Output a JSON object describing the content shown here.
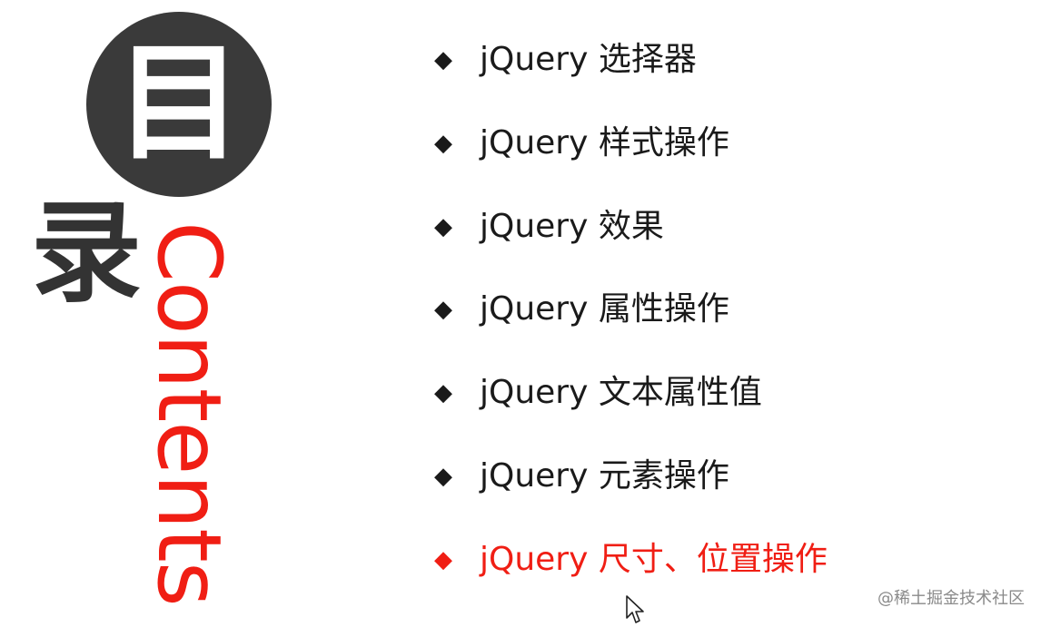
{
  "title": {
    "char_circle": "目",
    "char_below": "录",
    "english": "Contents"
  },
  "menu": {
    "bullet_glyph": "◆",
    "active_color": "#f01e14",
    "items": [
      {
        "label": "jQuery 选择器",
        "active": false
      },
      {
        "label": "jQuery 样式操作",
        "active": false
      },
      {
        "label": "jQuery 效果",
        "active": false
      },
      {
        "label": "jQuery 属性操作",
        "active": false
      },
      {
        "label": "jQuery 文本属性值",
        "active": false
      },
      {
        "label": "jQuery 元素操作",
        "active": false
      },
      {
        "label": "jQuery 尺寸、位置操作",
        "active": true
      }
    ]
  },
  "cursor": {
    "icon": "mouse-pointer-icon"
  },
  "watermark": {
    "text": "@稀土掘金技术社区"
  },
  "colors": {
    "circle": "#3a3a3a",
    "contents_word": "#f01e14",
    "text": "#1a1a1a"
  }
}
